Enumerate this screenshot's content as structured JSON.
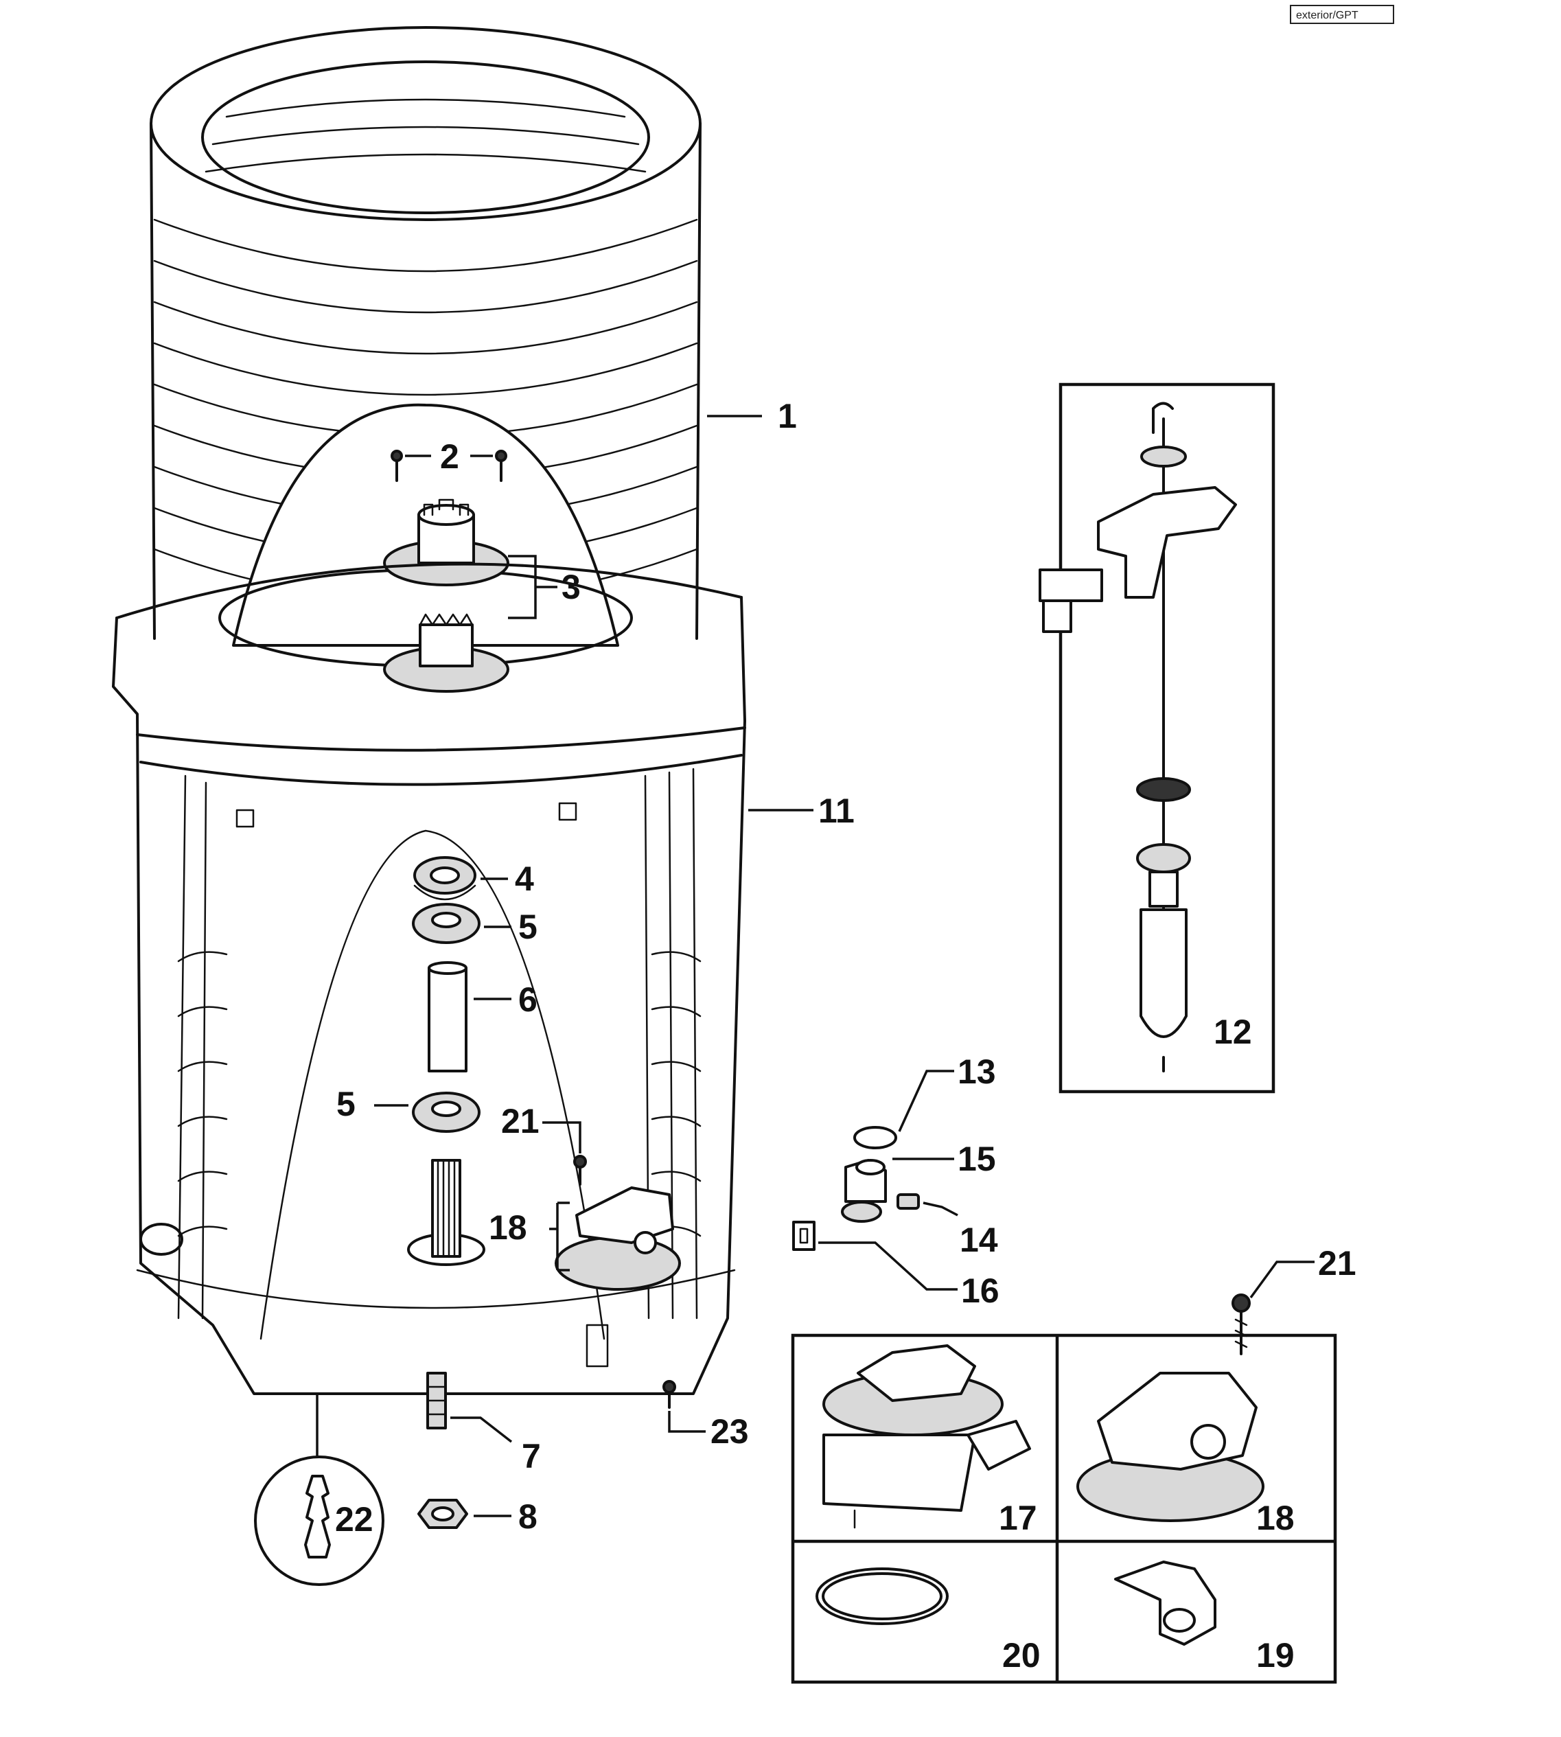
{
  "corner_mark": "exterior/GPT",
  "callouts": {
    "c1": "1",
    "c2": "2",
    "c3": "3",
    "c4": "4",
    "c5a": "5",
    "c5b": "5",
    "c6": "6",
    "c7": "7",
    "c8": "8",
    "c11": "11",
    "c12": "12",
    "c13": "13",
    "c14": "14",
    "c15": "15",
    "c16": "16",
    "c17": "17",
    "c18a": "18",
    "c18b": "18",
    "c19": "19",
    "c20": "20",
    "c21a": "21",
    "c21b": "21",
    "c22": "22",
    "c23": "23"
  }
}
